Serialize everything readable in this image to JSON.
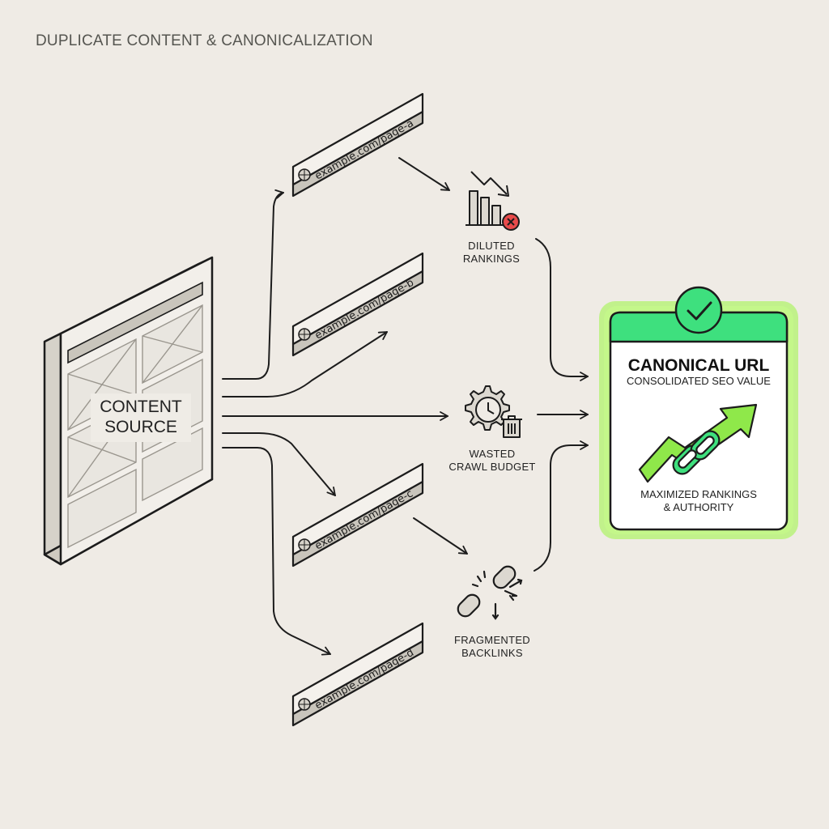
{
  "title": "DUPLICATE CONTENT & CANONICALIZATION",
  "source": {
    "label_line1": "CONTENT",
    "label_line2": "SOURCE"
  },
  "urls": [
    "example.com/page-a",
    "example.com/page-b",
    "example.com/page-c",
    "example.com/page-d"
  ],
  "problems": [
    {
      "icon": "chart-down-icon",
      "line1": "DILUTED",
      "line2": "RANKINGS"
    },
    {
      "icon": "gear-clock-trash-icon",
      "line1": "WASTED",
      "line2": "CRAWL BUDGET"
    },
    {
      "icon": "broken-chain-icon",
      "line1": "FRAGMENTED",
      "line2": "BACKLINKS"
    }
  ],
  "canonical": {
    "title": "CANONICAL URL",
    "subtitle": "CONSOLIDATED SEO VALUE",
    "footer_line1": "MAXIMIZED RANKINGS",
    "footer_line2": "& AUTHORITY",
    "accent": "#3ee07e",
    "glow": "#a8f55a"
  },
  "colors": {
    "background": "#efebe5",
    "stroke": "#1c1c1c",
    "error": "#e84b4b"
  }
}
